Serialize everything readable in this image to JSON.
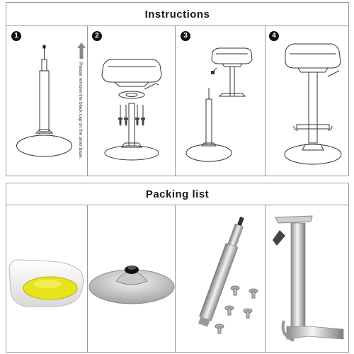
{
  "instructions": {
    "title": "Instructions",
    "steps": [
      {
        "number": "1",
        "note": "Please remove the black cap on the stool base."
      },
      {
        "number": "2"
      },
      {
        "number": "3"
      },
      {
        "number": "4"
      }
    ]
  },
  "packing": {
    "title": "Packing list",
    "items": [
      {
        "name": "seat"
      },
      {
        "name": "base"
      },
      {
        "name": "gas-lift-and-screws"
      },
      {
        "name": "column-with-footrest"
      }
    ]
  }
}
